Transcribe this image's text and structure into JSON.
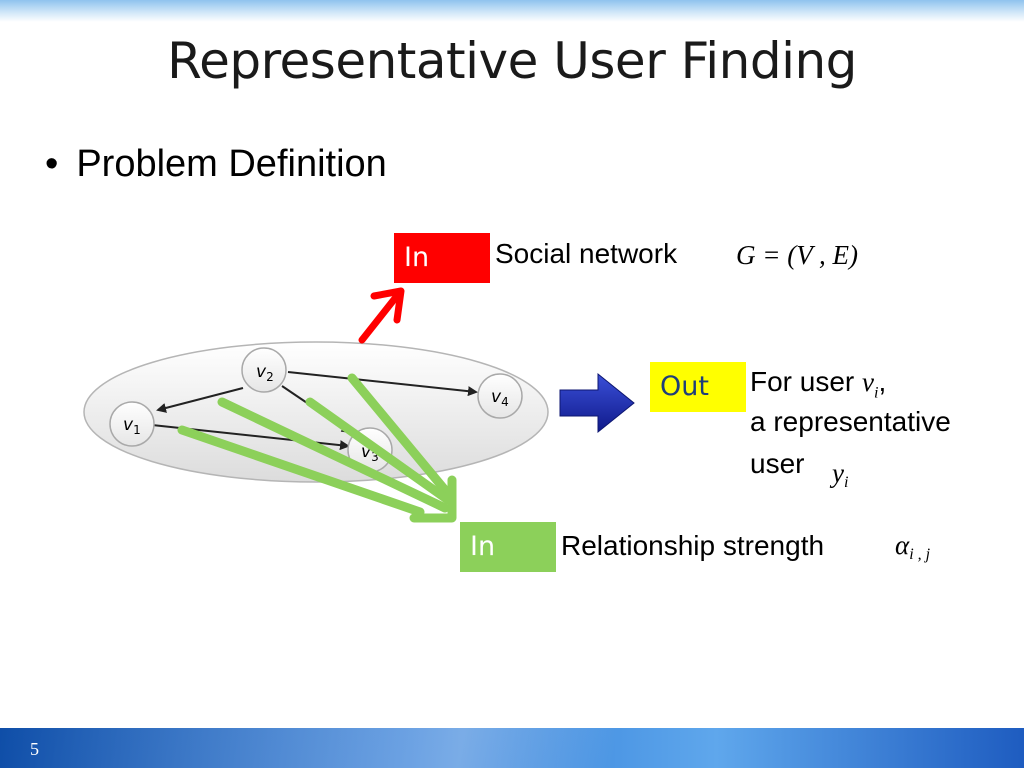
{
  "slide": {
    "title": "Representative User Finding",
    "bullet": "Problem Definition",
    "page_number": "5"
  },
  "graph": {
    "nodes": [
      {
        "id": "v1",
        "letter": "v",
        "sub": "1"
      },
      {
        "id": "v2",
        "letter": "v",
        "sub": "2"
      },
      {
        "id": "v3",
        "letter": "v",
        "sub": "3"
      },
      {
        "id": "v4",
        "letter": "v",
        "sub": "4"
      }
    ]
  },
  "inputs": {
    "network": {
      "tag": "In",
      "label": "Social network",
      "formula": "G = (V , E)",
      "color": "#ff0000"
    },
    "strength": {
      "tag": "In",
      "label": "Relationship strength",
      "symbol": "α",
      "sub": "i , j",
      "color": "#8cd05a"
    }
  },
  "output": {
    "tag": "Out",
    "line1": "For user",
    "var": "v",
    "var_sub": "i",
    "comma": ",",
    "line2": "a representative",
    "line3": "user",
    "result": "y",
    "result_sub": "i",
    "color": "#ffff00"
  }
}
